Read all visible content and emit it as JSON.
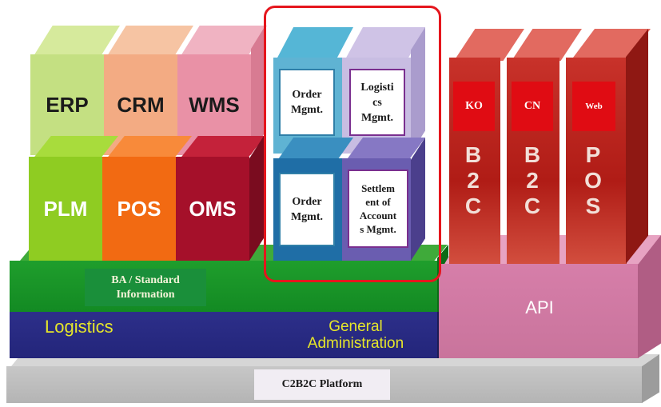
{
  "platform": {
    "label": "C2B2C Platform"
  },
  "bands": {
    "logistics": "Logistics",
    "general_admin": "General\nAdministration",
    "ba_standard": "BA / Standard\nInformation",
    "api": "API"
  },
  "cubes": {
    "erp": "ERP",
    "crm": "CRM",
    "wms": "WMS",
    "plm": "PLM",
    "pos": "POS",
    "oms": "OMS"
  },
  "highlighted": {
    "order_top": "Order\nMgmt.",
    "logistics_mgmt": "Logisti\ncs\nMgmt.",
    "order_bottom": "Order\nMgmt.",
    "settlement": "Settlem\nent of\nAccount\ns Mgmt."
  },
  "towers": [
    {
      "tag": "KO",
      "letters": "B\n2\nC"
    },
    {
      "tag": "CN",
      "letters": "B\n2\nC"
    },
    {
      "tag": "Web",
      "letters": "P\nO\nS"
    }
  ],
  "colors": {
    "highlight": "#e5161d",
    "navy": "#2d2f8a",
    "green": "#1f9e2c",
    "api_pink": "#d67ea9",
    "tower_red": "#b01c16"
  }
}
